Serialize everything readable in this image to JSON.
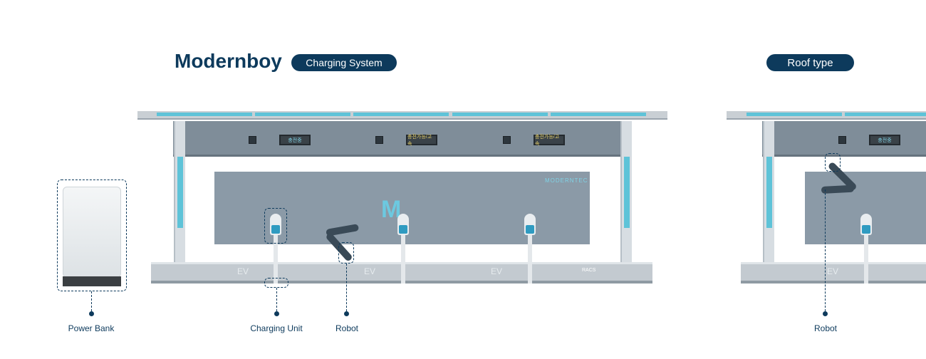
{
  "header": {
    "brand": "Modernboy",
    "system_badge": "Charging System",
    "roof_badge": "Roof type"
  },
  "station": {
    "display_charging": "충전중",
    "display_available": "충전가능/고속",
    "wall_brand": "MODERNTEC",
    "bay_label": "EV",
    "base_brand": "RACS"
  },
  "callouts": {
    "power_bank": "Power Bank",
    "charging_unit": "Charging Unit",
    "robot": "Robot",
    "robot_roof": "Robot"
  },
  "colors": {
    "navy": "#0d3a5c",
    "accent": "#5ec3d8"
  }
}
